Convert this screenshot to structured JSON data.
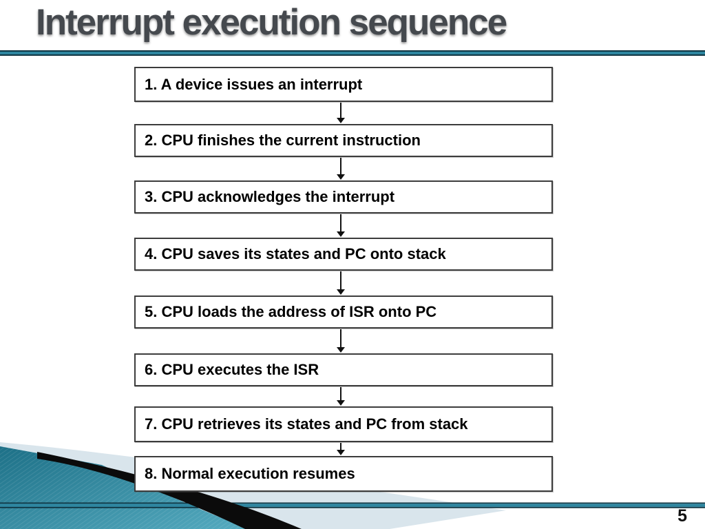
{
  "slide": {
    "title": "Interrupt execution sequence",
    "page_number": "5",
    "flow_steps": [
      "1. A device issues an interrupt",
      "2. CPU finishes the current instruction",
      "3. CPU acknowledges the interrupt",
      "4. CPU saves its states and PC onto stack",
      "5. CPU loads the address of ISR onto PC",
      "6. CPU executes the ISR",
      "7. CPU retrieves its states and PC from stack",
      "8. Normal execution resumes"
    ],
    "colors": {
      "accent_teal": "#2e86a0",
      "teal_dark_edge": "#0f3542",
      "teal_gradient_start": "#1d7087",
      "teal_gradient_end": "#55abc0",
      "pale_blue": "#d9e5ec",
      "swoosh_black": "#0b0b0b",
      "title_gray": "#45494e",
      "box_border": "#3c3c3c",
      "text_black": "#000000",
      "background": "#ffffff"
    }
  }
}
